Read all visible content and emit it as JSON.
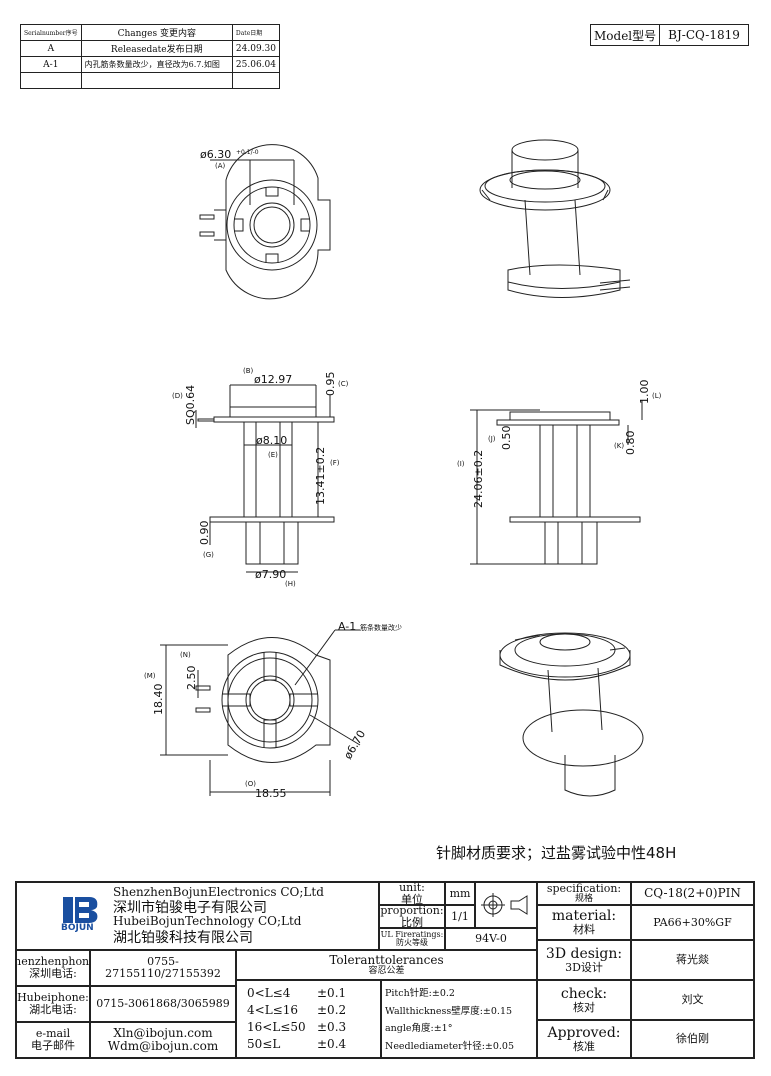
{
  "revision_table": {
    "headers": {
      "serial": "Serialnumber序号",
      "changes": "Changes 变更内容",
      "date": "Date日期"
    },
    "rows": [
      {
        "serial": "A",
        "changes": "Releasedate发布日期",
        "date": "24.09.30"
      },
      {
        "serial": "A-1",
        "changes": "内孔筋条数量改少，直径改为6.7.如图",
        "date": "25.06.04"
      },
      {
        "serial": "",
        "changes": "",
        "date": ""
      }
    ]
  },
  "model": {
    "label": "Model型号",
    "value": "BJ-CQ-1819"
  },
  "dimensions": {
    "top_dia": "ø6.30",
    "top_tol": "+0.1/-0",
    "A": "(A)",
    "B": "(B)",
    "dia_1297": "ø12.97",
    "C": "(C)",
    "d095": "0.95",
    "D": "(D)",
    "sq064": "SQ0.64",
    "dia_810": "ø8.10",
    "E": "(E)",
    "d1341": "13.41±0.2",
    "F": "(F)",
    "d090": "0.90",
    "G": "(G)",
    "dia_790": "ø7.90",
    "H": "(H)",
    "I": "(I)",
    "d2406": "24.06±0.2",
    "J": "(J)",
    "d050": "0.50",
    "K": "(K)",
    "d080": "0.80",
    "L": "(L)",
    "d100": "1.00",
    "M": "(M)",
    "d1840": "18.40",
    "N": "(N)",
    "d250": "2.50",
    "O": "(O)",
    "d1855": "18.55",
    "dia_670": "ø6.70",
    "rev_tag": "A-1",
    "rev_note": "筋条数量改少"
  },
  "note": "针脚材质要求；过盐雾试验中性48H",
  "title_block": {
    "company_cn1": "深圳市铂骏电子有限公司",
    "company_en1": "ShenzhenBojunElectronics CO;Ltd",
    "company_en2": "HubeiBojunTechnology CO;Ltd",
    "company_cn2": "湖北铂骏科技有限公司",
    "logo_text": "BOJUN",
    "unit_label": "unit:",
    "unit_label_cn": "单位",
    "unit_value": "mm",
    "proportion_label": "proportion:",
    "proportion_label_cn": "比例",
    "proportion_value": "1/1",
    "fire_label": "UL Fireratings:",
    "fire_label_cn": "防火等级",
    "fire_value": "94V-0",
    "spec_label": "specification:",
    "spec_label_cn": "规格",
    "spec_value": "CQ-18(2+0)PIN",
    "material_label": "material:",
    "material_label_cn": "材料",
    "material_value": "PA66+30%GF",
    "design_label": "3D design:",
    "design_label_cn": "3D设计",
    "design_value": "蒋光燚",
    "check_label": "check:",
    "check_label_cn": "核对",
    "check_value": "刘文",
    "approved_label": "Approved:",
    "approved_label_cn": "核准",
    "approved_value": "徐伯刚",
    "sz_phone_label": "Shenzhenphone:",
    "sz_phone_label_cn": "深圳电话:",
    "sz_phone": "0755-27155110/27155392",
    "hb_phone_label": "Hubeiphone:",
    "hb_phone_label_cn": "湖北电话:",
    "hb_phone": "0715-3061868/3065989",
    "email_label": "e-mail",
    "email_label_cn": "电子邮件",
    "email1": "Xln@ibojun.com",
    "email2": "Wdm@ibojun.com",
    "tol_title": "Toleranttolerances",
    "tol_title_cn": "容忍公差",
    "tol_rows": [
      {
        "range": "0<L≤4",
        "val": "±0.1"
      },
      {
        "range": "4<L≤16",
        "val": "±0.2"
      },
      {
        "range": "16<L≤50",
        "val": "±0.3"
      },
      {
        "range": "50≤L",
        "val": "±0.4"
      }
    ],
    "tol_pitch": "Pitch针距:±0.2",
    "tol_wall": "Wallthickness壁厚度:±0.15",
    "tol_angle": "angle角度:±1°",
    "tol_needle": "Needlediameter针径:±0.05"
  }
}
